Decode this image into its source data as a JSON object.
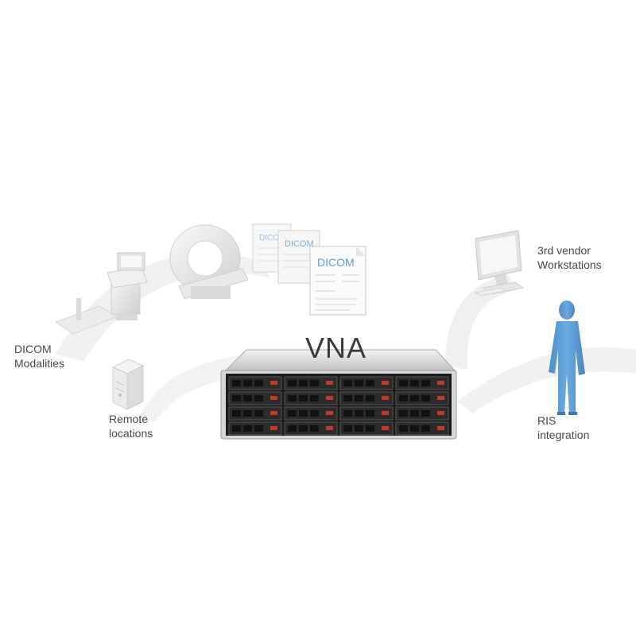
{
  "center": {
    "title": "VNA"
  },
  "nodes": {
    "dicom_modalities": {
      "line1": "DICOM",
      "line2": "Modalities"
    },
    "remote_locations": {
      "line1": "Remote",
      "line2": "locations"
    },
    "vendor_workstations": {
      "line1": "3rd vendor",
      "line2": "Workstations"
    },
    "ris_integration": {
      "line1": "RIS",
      "line2": "integration"
    }
  },
  "documents": {
    "heading": "DICOM"
  },
  "colors": {
    "person": "#5b9bd5",
    "doc_heading": "#5a9fd4",
    "arc": "#f1f1f1",
    "server_front": "#1c1c1c",
    "drive_tab": "#c0392b"
  },
  "icons": [
    "workstation-console-icon",
    "mri-scanner-icon",
    "dicom-document-icon",
    "server-tower-icon",
    "monitor-icon",
    "person-icon",
    "rack-server-icon"
  ]
}
